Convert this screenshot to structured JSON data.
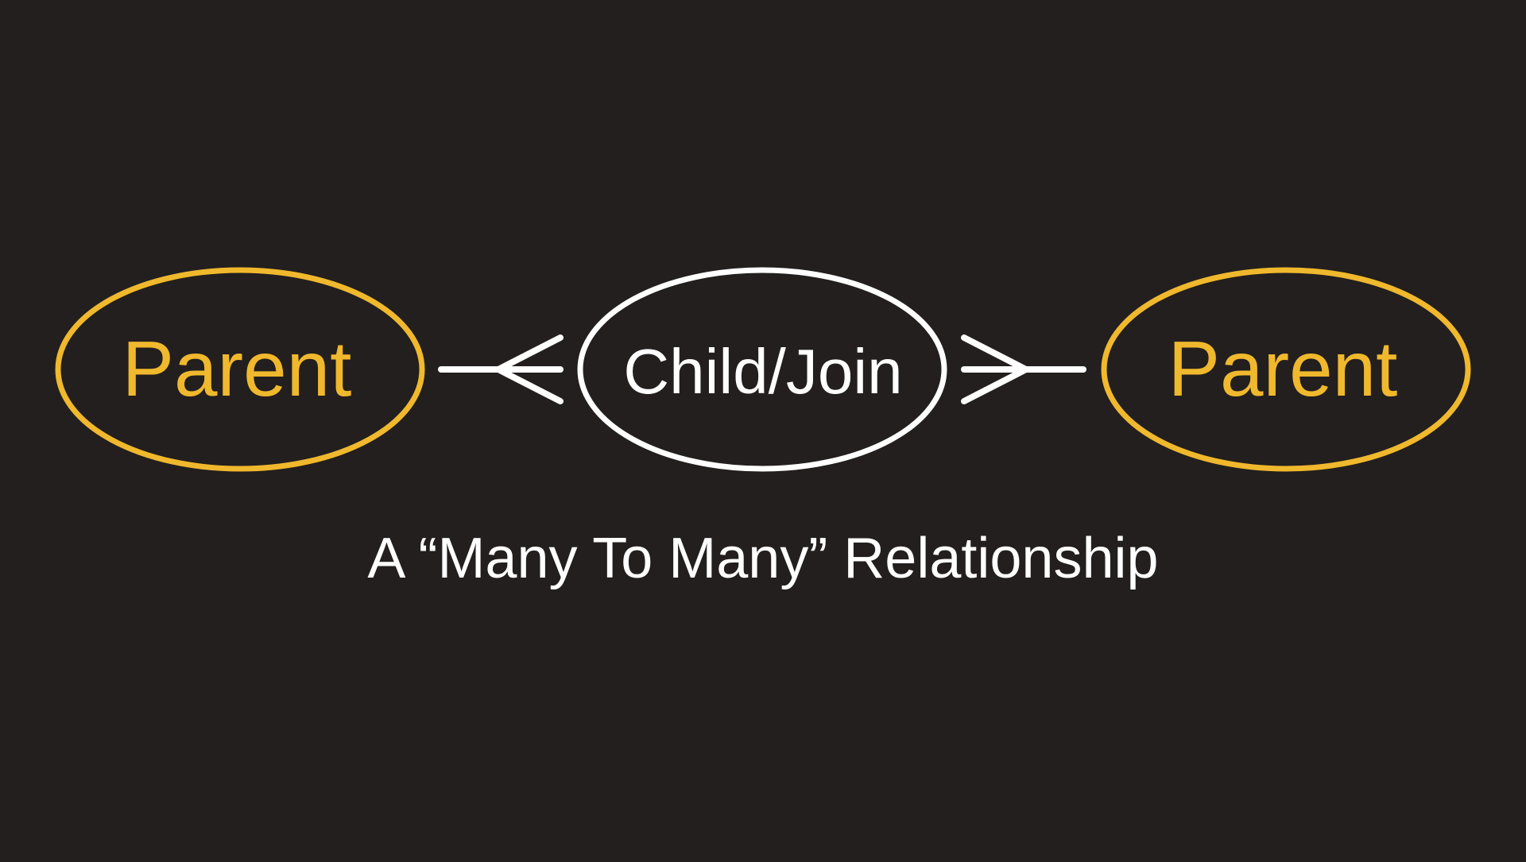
{
  "diagram": {
    "background": "#231f1e",
    "colors": {
      "parent": "#f0b82d",
      "child": "#ffffff",
      "connector": "#ffffff",
      "caption": "#ffffff"
    },
    "entities": {
      "left_parent": {
        "label": "Parent"
      },
      "child": {
        "label": "Child/Join"
      },
      "right_parent": {
        "label": "Parent"
      }
    },
    "relationships": [
      {
        "from": "left_parent",
        "to": "child",
        "notation": "crow-foot-many"
      },
      {
        "from": "right_parent",
        "to": "child",
        "notation": "crow-foot-many"
      }
    ],
    "caption": "A “Many To Many” Relationship"
  }
}
